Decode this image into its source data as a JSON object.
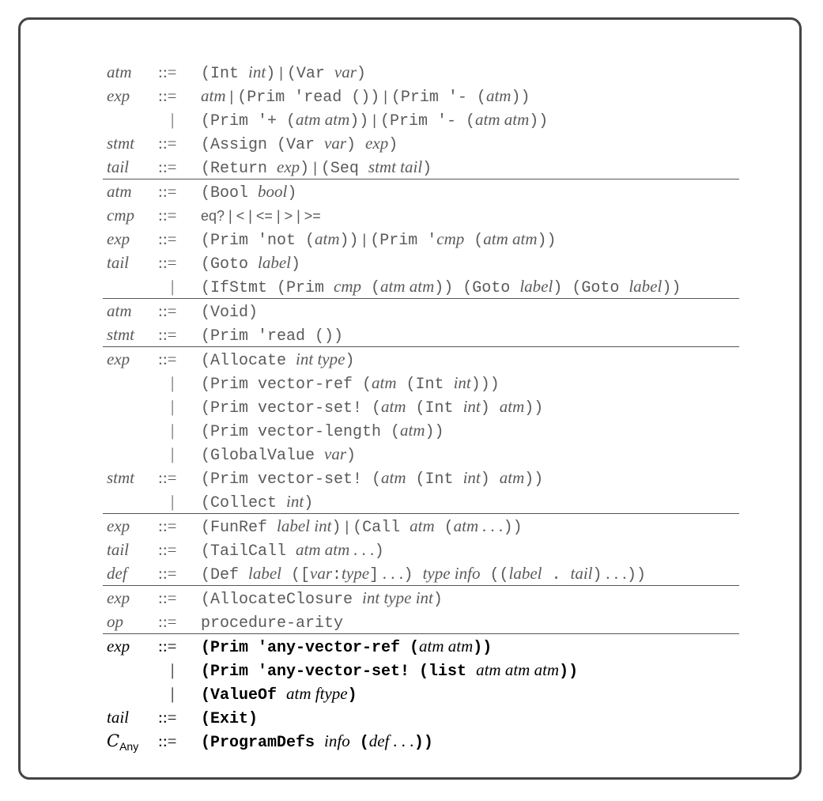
{
  "sections": [
    {
      "tone": "gray",
      "rows": [
        {
          "nt": "atm",
          "op": "::=",
          "rhs": [
            [
              "tt",
              "(Int "
            ],
            [
              "it",
              "int"
            ],
            [
              "tt",
              ")"
            ],
            [
              "sf",
              " | "
            ],
            [
              "tt",
              "(Var "
            ],
            [
              "it",
              "var"
            ],
            [
              "tt",
              ")"
            ]
          ]
        },
        {
          "nt": "exp",
          "op": "::=",
          "rhs": [
            [
              "it",
              "atm"
            ],
            [
              "sf",
              " | "
            ],
            [
              "tt",
              "(Prim 'read ())"
            ],
            [
              "sf",
              " | "
            ],
            [
              "tt",
              "(Prim '- ("
            ],
            [
              "it",
              "atm"
            ],
            [
              "tt",
              "))"
            ]
          ]
        },
        {
          "nt": "",
          "op": "|",
          "rhs": [
            [
              "tt",
              "(Prim '+ ("
            ],
            [
              "it",
              "atm atm"
            ],
            [
              "tt",
              "))"
            ],
            [
              "sf",
              " | "
            ],
            [
              "tt",
              "(Prim '- ("
            ],
            [
              "it",
              "atm atm"
            ],
            [
              "tt",
              "))"
            ]
          ]
        },
        {
          "nt": "stmt",
          "op": "::=",
          "rhs": [
            [
              "tt",
              "(Assign (Var "
            ],
            [
              "it",
              "var"
            ],
            [
              "tt",
              ") "
            ],
            [
              "it",
              "exp"
            ],
            [
              "tt",
              ")"
            ]
          ]
        },
        {
          "nt": "tail",
          "op": "::=",
          "rhs": [
            [
              "tt",
              "(Return "
            ],
            [
              "it",
              "exp"
            ],
            [
              "tt",
              ")"
            ],
            [
              "sf",
              " | "
            ],
            [
              "tt",
              "(Seq "
            ],
            [
              "it",
              "stmt tail"
            ],
            [
              "tt",
              ")"
            ]
          ]
        }
      ]
    },
    {
      "tone": "gray",
      "rows": [
        {
          "nt": "atm",
          "op": "::=",
          "rhs": [
            [
              "tt",
              "(Bool "
            ],
            [
              "it",
              "bool"
            ],
            [
              "tt",
              ")"
            ]
          ]
        },
        {
          "nt": "cmp",
          "op": "::=",
          "rhs": [
            [
              "sf",
              "eq? | < | <= | > | >="
            ]
          ]
        },
        {
          "nt": "exp",
          "op": "::=",
          "rhs": [
            [
              "tt",
              "(Prim 'not ("
            ],
            [
              "it",
              "atm"
            ],
            [
              "tt",
              "))"
            ],
            [
              "sf",
              " | "
            ],
            [
              "tt",
              "(Prim '"
            ],
            [
              "it",
              "cmp"
            ],
            [
              "tt",
              " ("
            ],
            [
              "it",
              "atm atm"
            ],
            [
              "tt",
              "))"
            ]
          ]
        },
        {
          "nt": "tail",
          "op": "::=",
          "rhs": [
            [
              "tt",
              "(Goto "
            ],
            [
              "it",
              "label"
            ],
            [
              "tt",
              ")"
            ]
          ]
        },
        {
          "nt": "",
          "op": "|",
          "rhs": [
            [
              "tt",
              "(IfStmt (Prim "
            ],
            [
              "it",
              "cmp"
            ],
            [
              "tt",
              " ("
            ],
            [
              "it",
              "atm atm"
            ],
            [
              "tt",
              ")) (Goto "
            ],
            [
              "it",
              "label"
            ],
            [
              "tt",
              ") (Goto "
            ],
            [
              "it",
              "label"
            ],
            [
              "tt",
              "))"
            ]
          ]
        }
      ]
    },
    {
      "tone": "gray",
      "rows": [
        {
          "nt": "atm",
          "op": "::=",
          "rhs": [
            [
              "tt",
              "(Void)"
            ]
          ]
        },
        {
          "nt": "stmt",
          "op": "::=",
          "rhs": [
            [
              "tt",
              "(Prim 'read ())"
            ]
          ]
        }
      ]
    },
    {
      "tone": "gray",
      "rows": [
        {
          "nt": "exp",
          "op": "::=",
          "rhs": [
            [
              "tt",
              "(Allocate "
            ],
            [
              "it",
              "int type"
            ],
            [
              "tt",
              ")"
            ]
          ]
        },
        {
          "nt": "",
          "op": "|",
          "rhs": [
            [
              "tt",
              "(Prim vector-ref ("
            ],
            [
              "it",
              "atm"
            ],
            [
              "tt",
              " (Int "
            ],
            [
              "it",
              "int"
            ],
            [
              "tt",
              ")))"
            ]
          ]
        },
        {
          "nt": "",
          "op": "|",
          "rhs": [
            [
              "tt",
              "(Prim vector-set! ("
            ],
            [
              "it",
              "atm"
            ],
            [
              "tt",
              " (Int "
            ],
            [
              "it",
              "int"
            ],
            [
              "tt",
              ") "
            ],
            [
              "it",
              "atm"
            ],
            [
              "tt",
              "))"
            ]
          ]
        },
        {
          "nt": "",
          "op": "|",
          "rhs": [
            [
              "tt",
              "(Prim vector-length ("
            ],
            [
              "it",
              "atm"
            ],
            [
              "tt",
              "))"
            ]
          ]
        },
        {
          "nt": "",
          "op": "|",
          "rhs": [
            [
              "tt",
              "(GlobalValue "
            ],
            [
              "it",
              "var"
            ],
            [
              "tt",
              ")"
            ]
          ]
        },
        {
          "nt": "stmt",
          "op": "::=",
          "rhs": [
            [
              "tt",
              "(Prim vector-set! ("
            ],
            [
              "it",
              "atm"
            ],
            [
              "tt",
              " (Int "
            ],
            [
              "it",
              "int"
            ],
            [
              "tt",
              ") "
            ],
            [
              "it",
              "atm"
            ],
            [
              "tt",
              "))"
            ]
          ]
        },
        {
          "nt": "",
          "op": "|",
          "rhs": [
            [
              "tt",
              "(Collect "
            ],
            [
              "it",
              "int"
            ],
            [
              "tt",
              ")"
            ]
          ]
        }
      ]
    },
    {
      "tone": "gray",
      "rows": [
        {
          "nt": "exp",
          "op": "::=",
          "rhs": [
            [
              "tt",
              "(FunRef "
            ],
            [
              "it",
              "label int"
            ],
            [
              "tt",
              ")"
            ],
            [
              "sf",
              " | "
            ],
            [
              "tt",
              "(Call "
            ],
            [
              "it",
              "atm"
            ],
            [
              "tt",
              " ("
            ],
            [
              "it",
              "atm"
            ],
            [
              "it",
              " . . ."
            ],
            [
              "tt",
              "))"
            ]
          ]
        },
        {
          "nt": "tail",
          "op": "::=",
          "rhs": [
            [
              "tt",
              "(TailCall "
            ],
            [
              "it",
              "atm atm"
            ],
            [
              "it",
              " . . ."
            ],
            [
              "tt",
              ")"
            ]
          ]
        },
        {
          "nt": "def",
          "op": "::=",
          "rhs": [
            [
              "tt",
              "(Def "
            ],
            [
              "it",
              "label"
            ],
            [
              "tt",
              " (["
            ],
            [
              "it",
              "var"
            ],
            [
              "tt",
              ":"
            ],
            [
              "it",
              "type"
            ],
            [
              "tt",
              "]"
            ],
            [
              "it",
              " . . ."
            ],
            [
              "tt",
              ") "
            ],
            [
              "it",
              "type info"
            ],
            [
              "tt",
              " (("
            ],
            [
              "it",
              "label"
            ],
            [
              "tt",
              " . "
            ],
            [
              "it",
              "tail"
            ],
            [
              "tt",
              ")"
            ],
            [
              "it",
              " . . ."
            ],
            [
              "tt",
              "))"
            ]
          ]
        }
      ]
    },
    {
      "tone": "gray",
      "rows": [
        {
          "nt": "exp",
          "op": "::=",
          "rhs": [
            [
              "tt",
              "(AllocateClosure "
            ],
            [
              "it",
              "int type int"
            ],
            [
              "tt",
              ")"
            ]
          ]
        },
        {
          "nt": "op",
          "op": "::=",
          "rhs": [
            [
              "tt",
              "procedure-arity"
            ]
          ]
        }
      ]
    },
    {
      "tone": "black",
      "rows": [
        {
          "nt": "exp",
          "op": "::=",
          "rhs": [
            [
              "tt",
              "(Prim 'any-vector-ref ("
            ],
            [
              "it",
              "atm atm"
            ],
            [
              "tt",
              "))"
            ]
          ]
        },
        {
          "nt": "",
          "op": "|",
          "rhs": [
            [
              "tt",
              "(Prim 'any-vector-set! (list "
            ],
            [
              "it",
              "atm atm atm"
            ],
            [
              "tt",
              "))"
            ]
          ]
        },
        {
          "nt": "",
          "op": "|",
          "rhs": [
            [
              "tt",
              "(ValueOf "
            ],
            [
              "it",
              "atm ftype"
            ],
            [
              "tt",
              ")"
            ]
          ]
        },
        {
          "nt": "tail",
          "op": "::=",
          "rhs": [
            [
              "tt",
              "(Exit)"
            ]
          ]
        },
        {
          "nt": "C",
          "nt_sub": "Any",
          "op": "::=",
          "rhs": [
            [
              "tt",
              "(ProgramDefs "
            ],
            [
              "it",
              "info"
            ],
            [
              "tt",
              " ("
            ],
            [
              "it",
              "def"
            ],
            [
              "it",
              " . . ."
            ],
            [
              "tt",
              "))"
            ]
          ]
        }
      ]
    }
  ]
}
